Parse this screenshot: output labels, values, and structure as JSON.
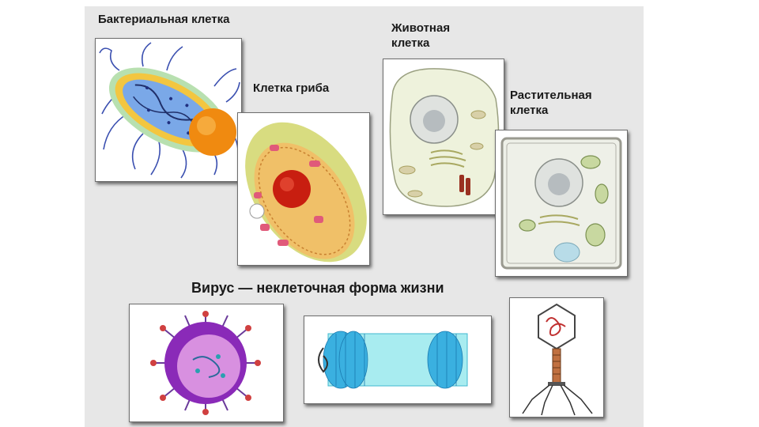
{
  "labels": {
    "bacterial": "Бактериальная клетка",
    "fungus": "Клетка гриба",
    "animal": "Животная\nклетка",
    "plant": "Растительная\nклетка",
    "virus_heading": "Вирус — неклеточная форма жизни"
  },
  "colors": {
    "slide_background": "#e7e7e7",
    "card_background": "#ffffff",
    "bacterium_core": "#f08a10",
    "fungus_nucleus": "#c81e10",
    "virus_capsid": "#3ab0e0",
    "virus_envelope": "#8a2ab8"
  }
}
